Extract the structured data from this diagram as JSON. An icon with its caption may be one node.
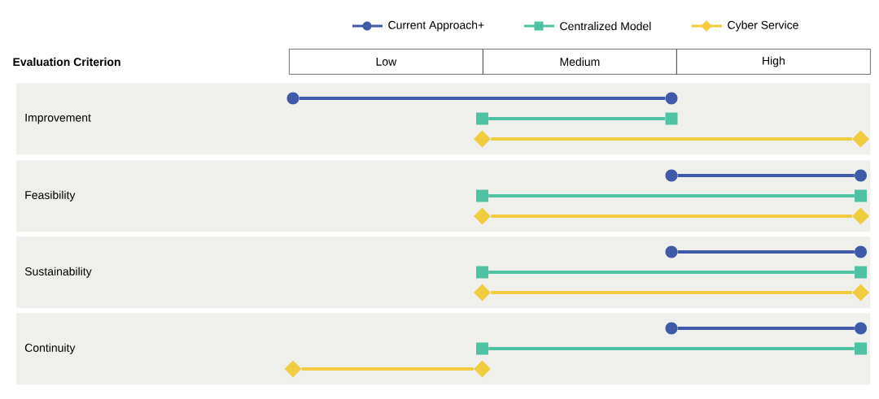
{
  "diagram": {
    "nodes": [
      {
        "text": [
          "Low"
        ]
      },
      {
        "text": [
          "Medium"
        ]
      },
      {
        "text": [
          "High"
        ]
      },
      {
        "text": [
          "Improvement"
        ]
      },
      {
        "text": [],
        "shape": "circle",
        "in": 3
      },
      {
        "text": [],
        "shape": "circle",
        "in": 3
      },
      {
        "text": [],
        "shape": "box",
        "in": 3
      },
      {
        "text": [],
        "shape": "box",
        "in": 3
      },
      {
        "text": [],
        "shape": "diamond",
        "in": 3
      },
      {
        "text": [],
        "shape": "diamond",
        "in": 3
      },
      {
        "text": [
          "Feasibility"
        ]
      },
      {
        "text": [],
        "shape": "circle",
        "in": 10
      },
      {
        "text": [],
        "shape": "circle",
        "in": 10
      },
      {
        "text": [],
        "shape": "box",
        "in": 10
      },
      {
        "text": [],
        "shape": "box",
        "in": 10
      },
      {
        "text": [],
        "shape": "diamond",
        "in": 10
      },
      {
        "text": [],
        "shape": "diamond",
        "in": 10
      },
      {
        "text": [
          "Sustainability"
        ]
      },
      {
        "text": [],
        "shape": "circle",
        "in": 17
      },
      {
        "text": [],
        "shape": "circle",
        "in": 17
      },
      {
        "text": [],
        "shape": "box",
        "in": 17
      },
      {
        "text": [],
        "shape": "box",
        "in": 17
      },
      {
        "text": [],
        "shape": "diamond",
        "in": 17
      },
      {
        "text": [],
        "shape": "diamond",
        "in": 17
      },
      {
        "text": [
          "Continuity"
        ]
      },
      {
        "text": [],
        "shape": "circle",
        "in": 24
      },
      {
        "text": [],
        "shape": "circle",
        "in": 24
      },
      {
        "text": [],
        "shape": "box",
        "in": 24
      },
      {
        "text": [],
        "shape": "box",
        "in": 24
      },
      {
        "text": [],
        "shape": "diamond",
        "in": 24
      },
      {
        "text": [],
        "shape": "diamond",
        "in": 24
      }
    ],
    "edges": [
      {
        "from": 4,
        "to": 5,
        "arrow": "none",
        "color": "#3f5aa8"
      },
      {
        "from": 6,
        "to": 7,
        "arrow": "none",
        "color": "#4fc2a4"
      },
      {
        "from": 8,
        "to": 9,
        "arrow": "none",
        "color": "#f0cc3f"
      },
      {
        "from": 11,
        "to": 12,
        "arrow": "none",
        "color": "#3f5aa8"
      },
      {
        "from": 13,
        "to": 14,
        "arrow": "none",
        "color": "#4fc2a4"
      },
      {
        "from": 15,
        "to": 16,
        "arrow": "none",
        "color": "#f0cc3f"
      },
      {
        "from": 18,
        "to": 19,
        "arrow": "none",
        "color": "#3f5aa8"
      },
      {
        "from": 20,
        "to": 21,
        "arrow": "none",
        "color": "#4fc2a4"
      },
      {
        "from": 22,
        "to": 23,
        "arrow": "none",
        "color": "#f0cc3f"
      },
      {
        "from": 25,
        "to": 26,
        "arrow": "none",
        "color": "#3f5aa8"
      },
      {
        "from": 27,
        "to": 28,
        "arrow": "none",
        "color": "#4fc2a4"
      },
      {
        "from": 29,
        "to": 30,
        "arrow": "none",
        "color": "#f0cc3f"
      }
    ],
    "labels": [
      "Evaluation Criterion"
    ],
    "legend": [
      {
        "text": "Current Approach+"
      },
      {
        "text": "Centralized Model"
      },
      {
        "text": "Cyber Service"
      }
    ]
  }
}
